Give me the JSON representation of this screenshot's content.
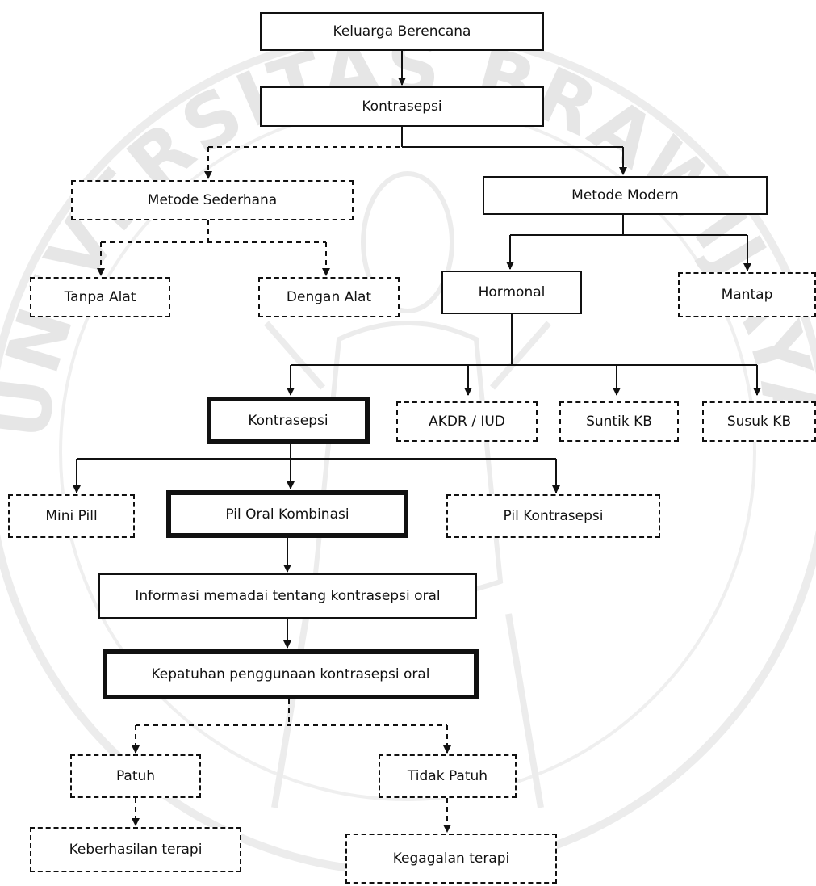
{
  "watermark": {
    "text": "UNIVERSITAS BRAWIJAYA",
    "color": "#d9d9d9"
  },
  "nodes": {
    "keluarga_berencana": "Keluarga Berencana",
    "kontrasepsi_top": "Kontrasepsi",
    "metode_sederhana": "Metode Sederhana",
    "metode_modern": "Metode Modern",
    "tanpa_alat": "Tanpa Alat",
    "dengan_alat": "Dengan Alat",
    "hormonal": "Hormonal",
    "mantap": "Mantap",
    "kontrasepsi_mid": "Kontrasepsi",
    "akdr_iud": "AKDR / IUD",
    "suntik_kb": "Suntik KB",
    "susuk_kb": "Susuk KB",
    "mini_pill": "Mini Pill",
    "pil_oral_kombinasi": "Pil Oral Kombinasi",
    "pil_kontrasepsi": "Pil Kontrasepsi",
    "informasi": "Informasi memadai tentang kontrasepsi oral",
    "kepatuhan": "Kepatuhan penggunaan kontrasepsi oral",
    "patuh": "Patuh",
    "tidak_patuh": "Tidak Patuh",
    "keberhasilan": "Keberhasilan terapi",
    "kegagalan": "Kegagalan terapi"
  }
}
